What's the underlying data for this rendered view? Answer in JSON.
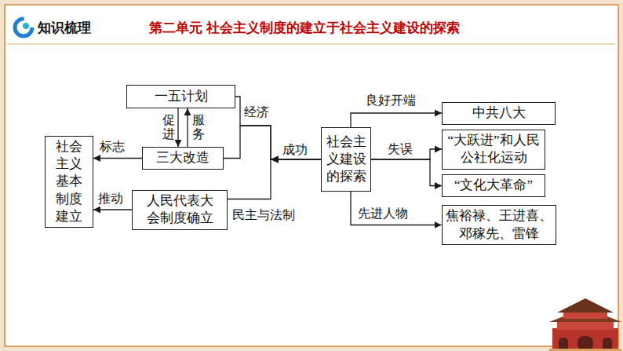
{
  "diagram": {
    "title": "第二单元 社会主义制度的建立于社会主义建设的探索",
    "nodes": [
      {
        "text": [
          "社会主义基本制度建立"
        ]
      },
      {
        "text": [
          "一五计划"
        ]
      },
      {
        "text": [
          "三大改造"
        ]
      },
      {
        "text": [
          "人民代表大会制度确立"
        ]
      },
      {
        "text": [
          "社会主义建设的探索"
        ]
      },
      {
        "text": [
          "中共八大"
        ]
      },
      {
        "text": [
          "“大跃进”和人民公社化运动"
        ]
      },
      {
        "text": [
          "“文化大革命”"
        ]
      },
      {
        "text": [
          "焦裕禄、王进喜、邓稼先、雷锋"
        ]
      }
    ],
    "edges": [
      {
        "from": 1,
        "to": 2,
        "label": "促进",
        "arrow": "to"
      },
      {
        "from": 2,
        "to": 1,
        "label": "服务",
        "arrow": "to"
      },
      {
        "from": 2,
        "to": 0,
        "label": "标志",
        "arrow": "to"
      },
      {
        "from": 3,
        "to": 0,
        "label": "推动",
        "arrow": "to"
      },
      {
        "from": 4,
        "to": 1,
        "label": "经济",
        "arrow": "to"
      },
      {
        "from": 4,
        "to": 2,
        "label": "成功",
        "arrow": "to"
      },
      {
        "from": 4,
        "to": 3,
        "label": "民主与法制",
        "arrow": "to"
      },
      {
        "from": 4,
        "to": 5,
        "label": "良好开端",
        "arrow": "to"
      },
      {
        "from": 4,
        "to": 6,
        "label": "失误",
        "arrow": "to"
      },
      {
        "from": 4,
        "to": 7,
        "arrow": "to"
      },
      {
        "from": 4,
        "to": 8,
        "label": "先进人物",
        "arrow": "to"
      }
    ],
    "labels": [
      "知识梳理"
    ]
  }
}
